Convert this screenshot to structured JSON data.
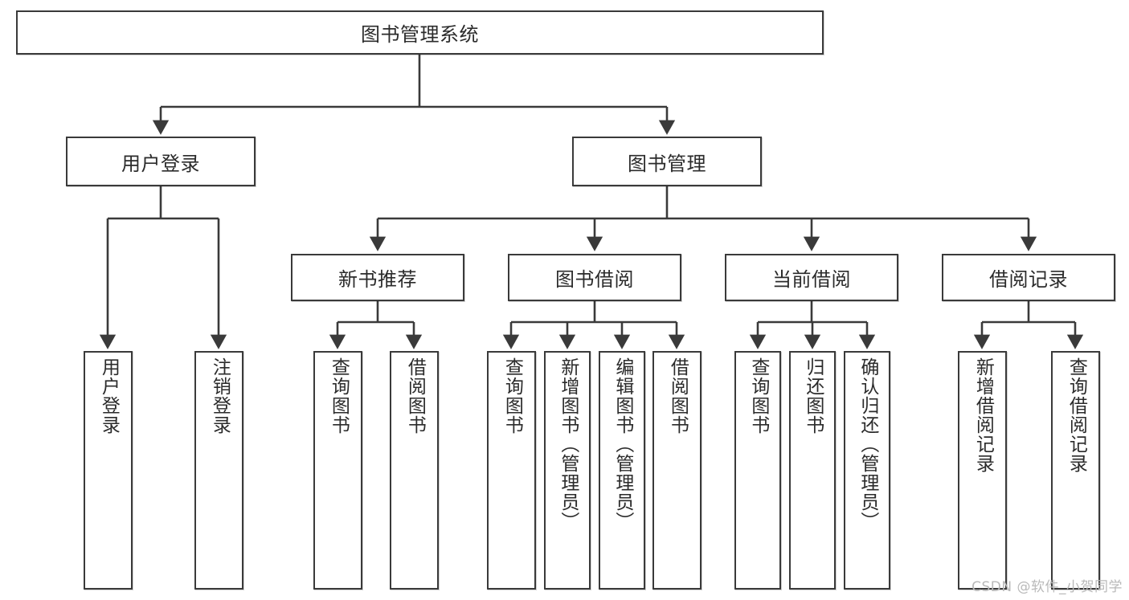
{
  "diagram": {
    "title": "图书管理系统",
    "watermark": "CSDN @软件_小贺同学",
    "line_color": "#3a3a3a",
    "box_fill": "#ffffff",
    "text_color": "#2b2b2b",
    "watermark_color": "#b9b9b9"
  },
  "nodes": {
    "root": {
      "label": "图书管理系统"
    },
    "level1": [
      {
        "id": "user-login",
        "label": "用户登录"
      },
      {
        "id": "book-manage",
        "label": "图书管理"
      }
    ],
    "level2": [
      {
        "id": "new-book-recommend",
        "label": "新书推荐"
      },
      {
        "id": "book-borrow",
        "label": "图书借阅"
      },
      {
        "id": "current-borrow",
        "label": "当前借阅"
      },
      {
        "id": "borrow-record",
        "label": "借阅记录"
      }
    ],
    "leaves": {
      "user-login": [
        {
          "id": "leaf-user-login",
          "label": "用户登录"
        },
        {
          "id": "leaf-logout-login",
          "label": "注销登录"
        }
      ],
      "new-book-recommend": [
        {
          "id": "leaf-query-book-1",
          "label": "查询图书"
        },
        {
          "id": "leaf-borrow-book-1",
          "label": "借阅图书"
        }
      ],
      "book-borrow": [
        {
          "id": "leaf-query-book-2",
          "label": "查询图书"
        },
        {
          "id": "leaf-add-book-admin",
          "label": "新增图书（管理员）"
        },
        {
          "id": "leaf-edit-book-admin",
          "label": "编辑图书（管理员）"
        },
        {
          "id": "leaf-borrow-book-2",
          "label": "借阅图书"
        }
      ],
      "current-borrow": [
        {
          "id": "leaf-query-book-3",
          "label": "查询图书"
        },
        {
          "id": "leaf-return-book",
          "label": "归还图书"
        },
        {
          "id": "leaf-confirm-return-admin",
          "label": "确认归还（管理员）"
        }
      ],
      "borrow-record": [
        {
          "id": "leaf-add-borrow-record",
          "label": "新增借阅记录"
        },
        {
          "id": "leaf-query-borrow-record",
          "label": "查询借阅记录"
        }
      ]
    }
  },
  "chart_data": {
    "type": "tree-diagram",
    "title": "图书管理系统",
    "orientation": "top-down",
    "tree": {
      "label": "图书管理系统",
      "children": [
        {
          "label": "用户登录",
          "children": [
            {
              "label": "用户登录"
            },
            {
              "label": "注销登录"
            }
          ]
        },
        {
          "label": "图书管理",
          "children": [
            {
              "label": "新书推荐",
              "children": [
                {
                  "label": "查询图书"
                },
                {
                  "label": "借阅图书"
                }
              ]
            },
            {
              "label": "图书借阅",
              "children": [
                {
                  "label": "查询图书"
                },
                {
                  "label": "新增图书（管理员）"
                },
                {
                  "label": "编辑图书（管理员）"
                },
                {
                  "label": "借阅图书"
                }
              ]
            },
            {
              "label": "当前借阅",
              "children": [
                {
                  "label": "查询图书"
                },
                {
                  "label": "归还图书"
                },
                {
                  "label": "确认归还（管理员）"
                }
              ]
            },
            {
              "label": "借阅记录",
              "children": [
                {
                  "label": "新增借阅记录"
                },
                {
                  "label": "查询借阅记录"
                }
              ]
            }
          ]
        }
      ]
    }
  }
}
